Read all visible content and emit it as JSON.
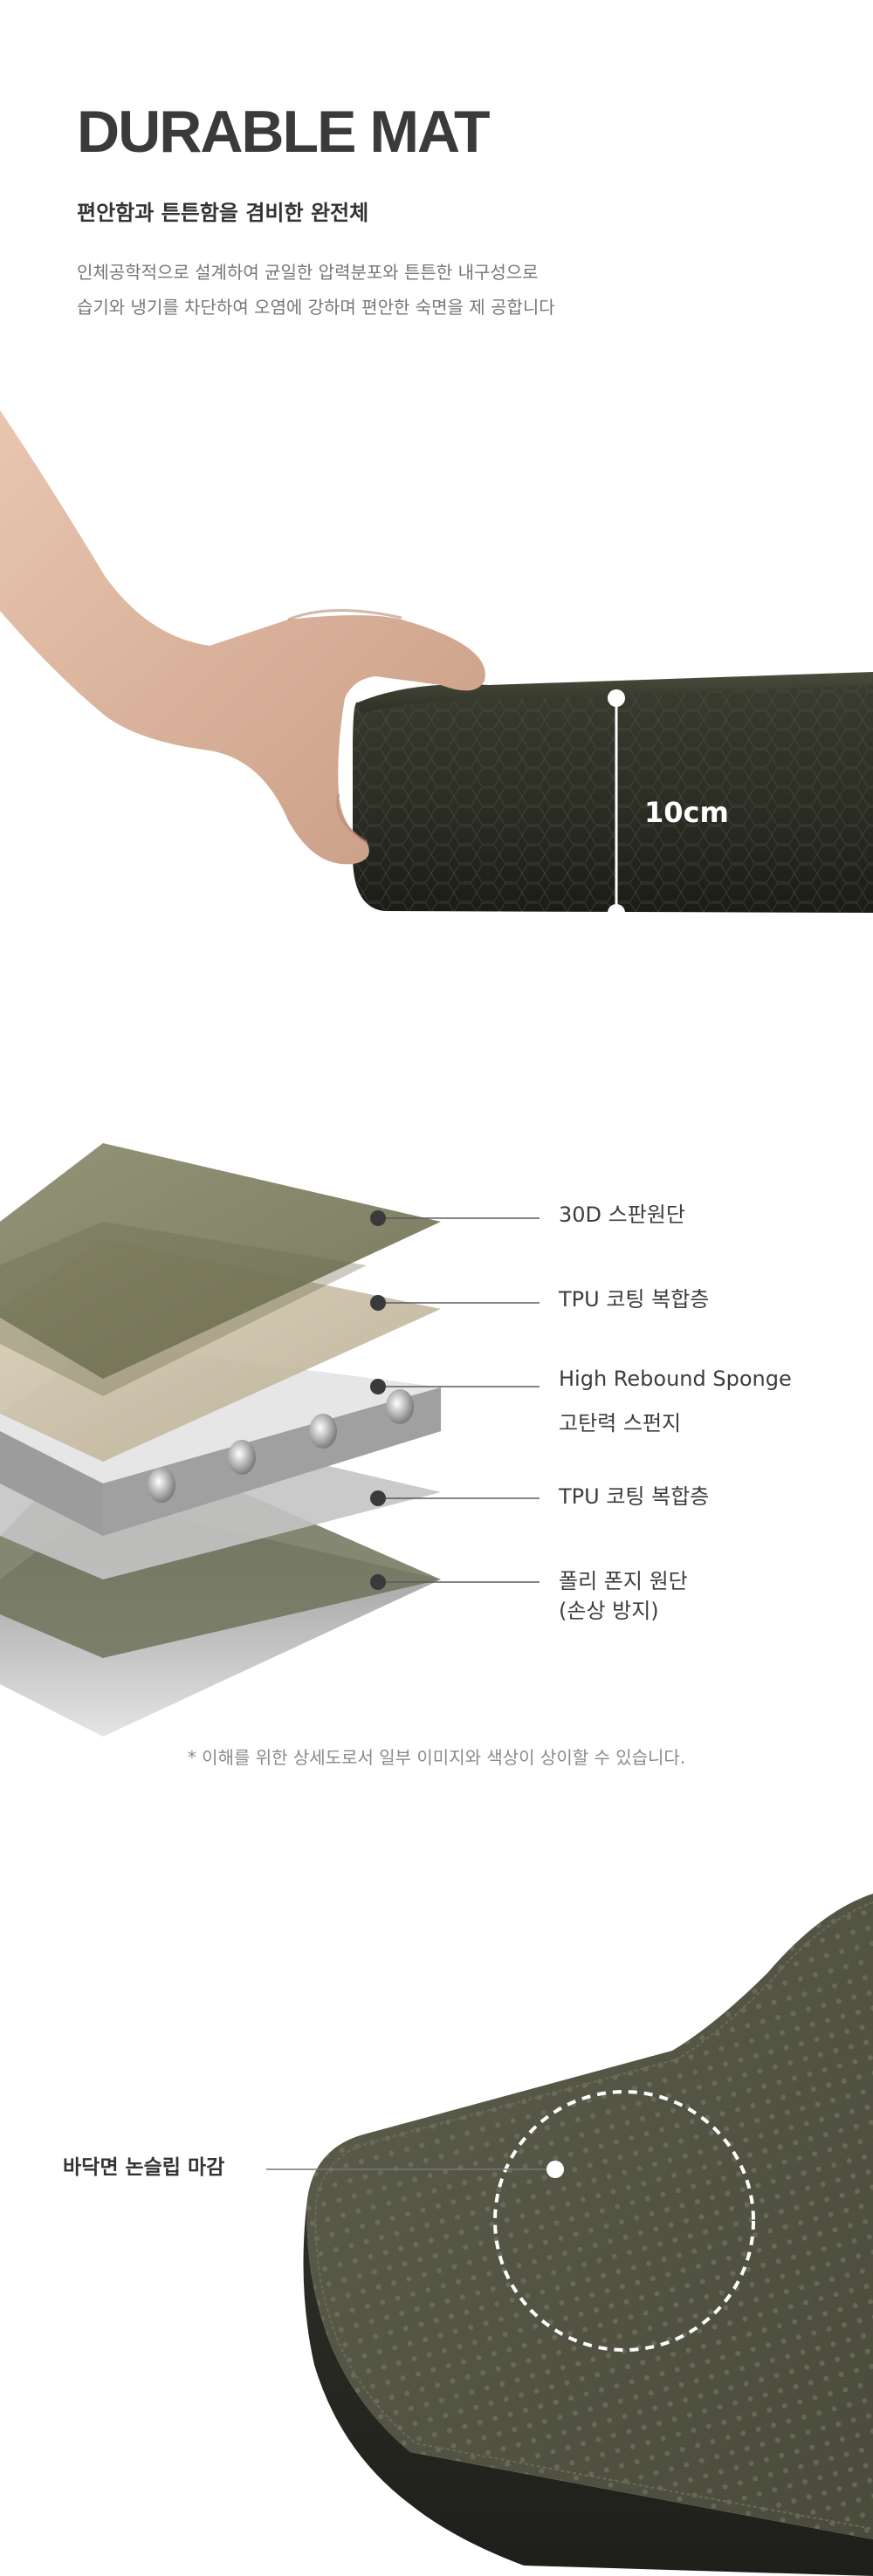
{
  "header": {
    "title": "DURABLE MAT",
    "subtitle": "편안함과 튼튼함을 겸비한 완전체",
    "description_lines": [
      "인체공학적으로 설계하여 균일한 압력분포와 튼튼한 내구성으로",
      "습기와 냉기를 차단하여 오염에 강하며 편안한 숙면을 제 공합니다"
    ]
  },
  "thickness": {
    "label": "10cm"
  },
  "layers": {
    "items": [
      {
        "label": "30D 스판원단"
      },
      {
        "label": "TPU 코팅 복합층"
      },
      {
        "label": "High Rebound Sponge",
        "sub": "고탄력 스펀지"
      },
      {
        "label": "TPU 코팅 복합층"
      },
      {
        "label": "폴리 폰지 원단",
        "sub": "(손상 방지)"
      }
    ],
    "disclaimer": "* 이해를 위한 상세도로서 일부 이미지와 색상이 상이할 수 있습니다."
  },
  "detail": {
    "label": "바닥면 논슬립 마감"
  },
  "colors": {
    "olive": "#7c7a5c",
    "olive_dark": "#3a3b30",
    "beige": "#c8bca3",
    "gray_sponge": "#a7a7a7",
    "title": "#3a3a3a"
  }
}
